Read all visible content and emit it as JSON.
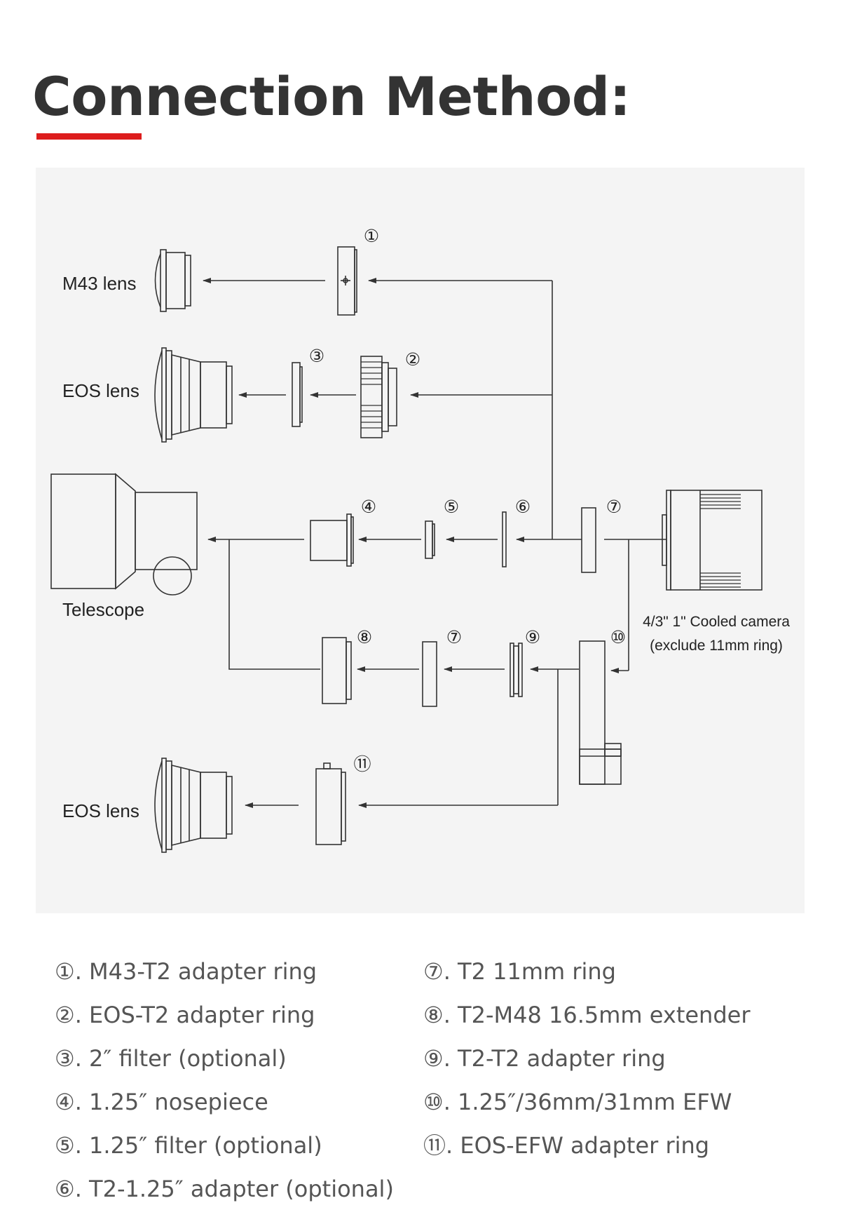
{
  "header": {
    "title": "Connection Method:",
    "accent_color": "#dd1d1d"
  },
  "diagram": {
    "labels": {
      "m43_lens": "M43 lens",
      "eos_lens_top": "EOS lens",
      "eos_lens_bottom": "EOS lens",
      "telescope": "Telescope",
      "camera_line1": "4/3\" 1\" Cooled camera",
      "camera_line2": "(exclude 11mm ring)"
    },
    "markers": {
      "m1": "①",
      "m2": "②",
      "m3": "③",
      "m4": "④",
      "m5": "⑤",
      "m6": "⑥",
      "m7a": "⑦",
      "m7b": "⑦",
      "m8": "⑧",
      "m9": "⑨",
      "m10": "⑩",
      "m11": "⑪"
    }
  },
  "legend": {
    "left": [
      "①. M43-T2 adapter ring",
      "②. EOS-T2 adapter ring",
      "③. 2″ filter (optional)",
      "④. 1.25″ nosepiece",
      "⑤. 1.25″ filter (optional)",
      "⑥. T2-1.25″ adapter (optional)"
    ],
    "right": [
      "⑦. T2 11mm ring",
      "⑧. T2-M48 16.5mm extender",
      "⑨. T2-T2 adapter ring",
      "⑩. 1.25″/36mm/31mm EFW",
      "⑪. EOS-EFW adapter ring"
    ]
  }
}
